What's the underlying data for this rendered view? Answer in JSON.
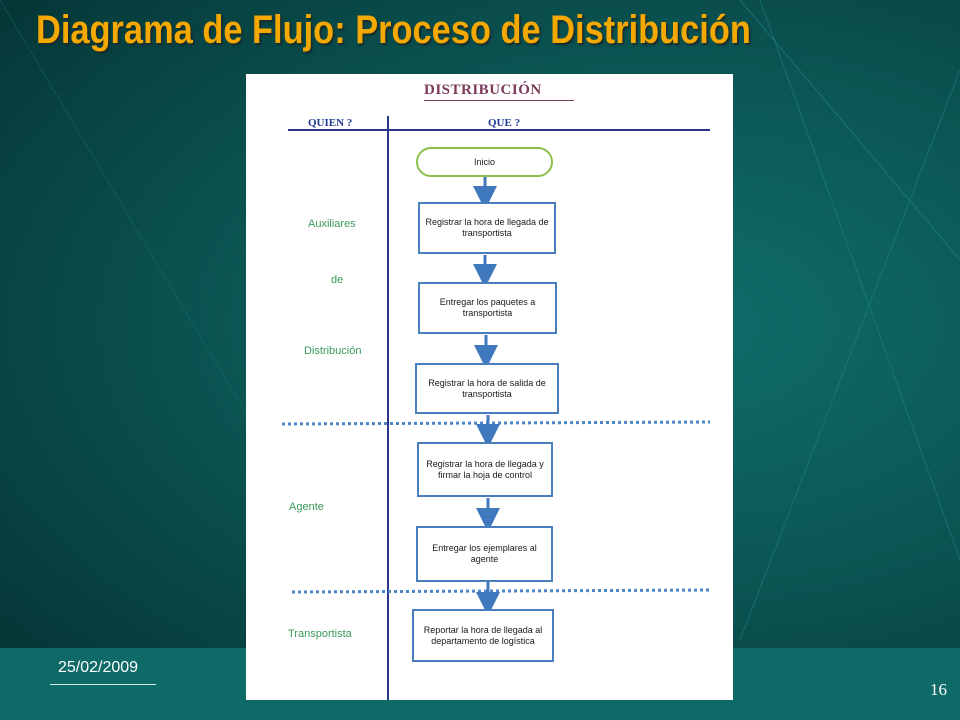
{
  "slide": {
    "title": "Diagrama de Flujo: Proceso de Distribución",
    "date": "25/02/2009",
    "page_number": "16"
  },
  "diagram": {
    "heading": "DISTRIBUCIÓN",
    "columns": {
      "who": "QUIEN ?",
      "what": "QUE ?"
    },
    "roles": {
      "auxiliares_line1": "Auxiliares",
      "auxiliares_line2": "de",
      "auxiliares_line3": "Distribución",
      "agente": "Agente",
      "transportista": "Transportista"
    },
    "steps": [
      {
        "id": "inicio",
        "label": "Inicio"
      },
      {
        "id": "registrar-llegada",
        "label": "Registrar la hora de llegada de transportista"
      },
      {
        "id": "entregar-paquetes",
        "label": "Entregar los paquetes a transportista"
      },
      {
        "id": "registrar-salida",
        "label": "Registrar la hora de salida de transportista"
      },
      {
        "id": "registrar-llegada-agente",
        "label": "Registrar la hora de llegada y firmar la hoja de control"
      },
      {
        "id": "entregar-ejemplares",
        "label": "Entregar los ejemplares al agente"
      },
      {
        "id": "reportar-hora",
        "label": "Reportar la hora de llegada al departamento de logística"
      }
    ],
    "colors": {
      "title": "#f5a800",
      "heading": "#7b3a5a",
      "column_header": "#1f3a93",
      "role_label": "#3a9a5c",
      "box_border": "#4a7fbf",
      "start_border": "#8cc04a",
      "arrow": "#3f78bd",
      "lane_separator": "#4a86c8"
    }
  }
}
